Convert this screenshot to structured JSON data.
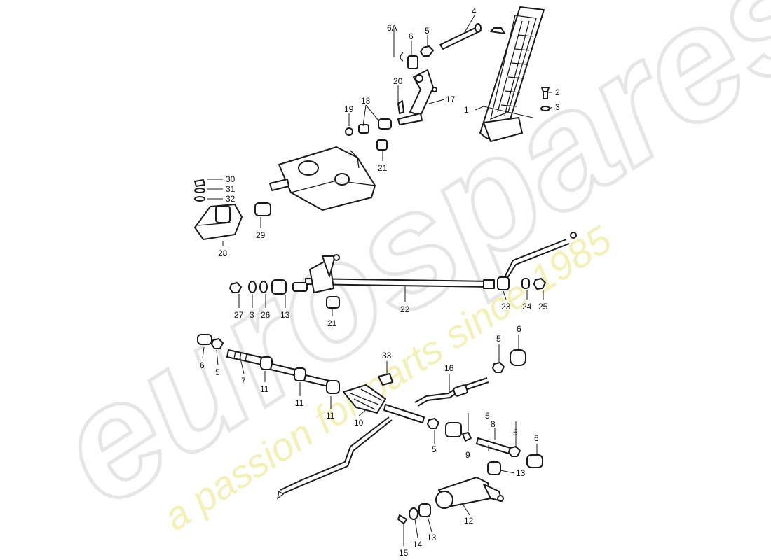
{
  "watermark": {
    "brand": "eurospares",
    "tagline": "a passion for parts since 1985",
    "brand_color": "#e6e6e6",
    "tagline_color": "#f3f0b8"
  },
  "callouts": [
    "6A",
    "4",
    "6",
    "5",
    "2",
    "20",
    "17",
    "3",
    "18",
    "19",
    "1",
    "21",
    "30",
    "31",
    "32",
    "29",
    "28",
    "27",
    "3",
    "26",
    "13",
    "21",
    "22",
    "23",
    "24",
    "25",
    "6",
    "5",
    "7",
    "11",
    "33",
    "16",
    "5",
    "6",
    "11",
    "11",
    "10",
    "5",
    "8",
    "5",
    "6",
    "5",
    "9",
    "13",
    "12",
    "15",
    "14",
    "13"
  ]
}
